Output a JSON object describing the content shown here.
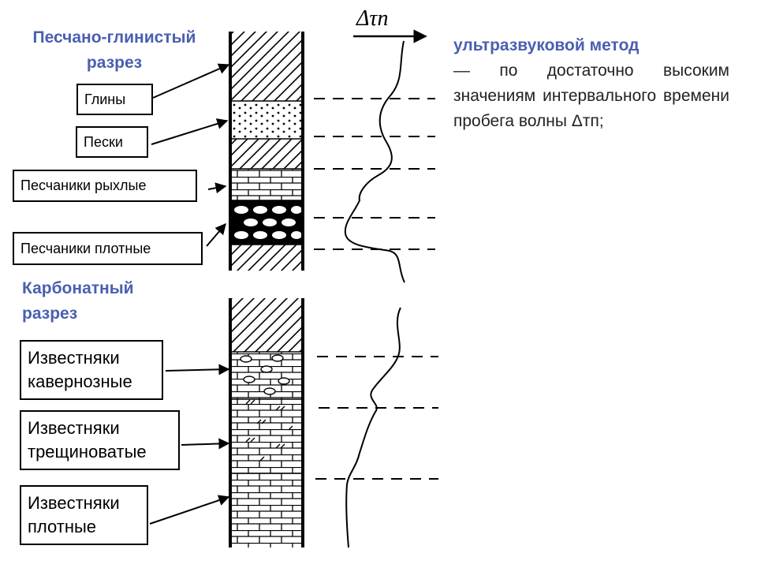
{
  "clastic": {
    "title_line1": "Песчано-глинистый",
    "title_line2": "разрез",
    "labels": [
      "Глины",
      "Пески",
      "Песчаники рыхлые",
      "Песчаники плотные"
    ]
  },
  "carbonate": {
    "title_line1": "Карбонатный",
    "title_line2": "разрез",
    "labels": [
      {
        "line1": "Известняки",
        "line2": "кавернозные"
      },
      {
        "line1": "Известняки",
        "line2": "трещиноватые"
      },
      {
        "line1": "Известняки",
        "line2": "плотные"
      }
    ]
  },
  "curve_label": "Δτп",
  "method": {
    "heading": "ультразвуковой метод",
    "text": "— по достаточно высоким значениям интервального времени пробега волны Δтп;"
  },
  "colors": {
    "title": "#4a5fb0",
    "line": "#000000"
  }
}
